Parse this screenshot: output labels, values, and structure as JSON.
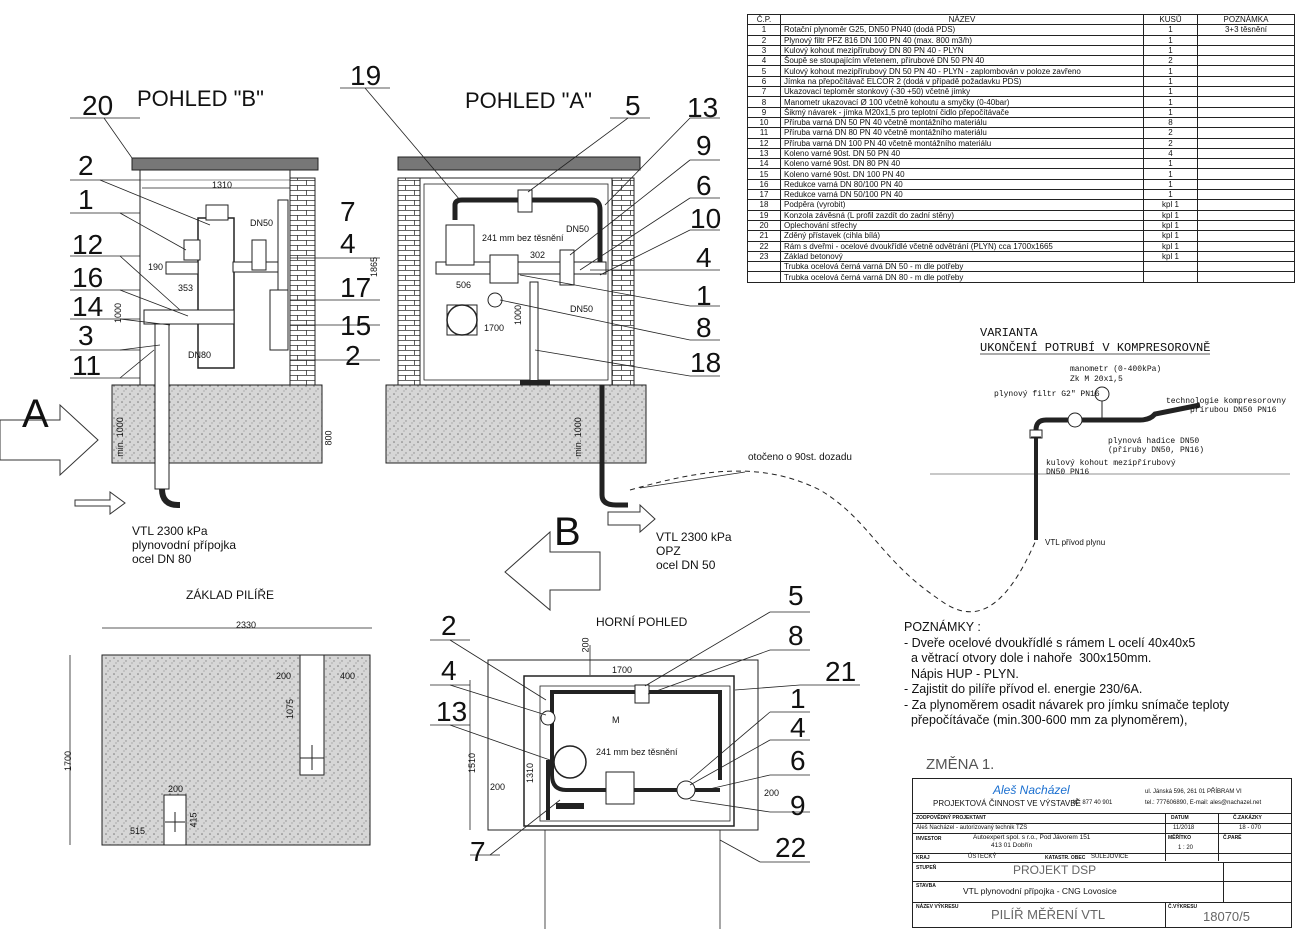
{
  "views": {
    "view_b": "POHLED \"B\"",
    "view_a": "POHLED \"A\"",
    "view_top": "HORNÍ POHLED",
    "base": "ZÁKLAD PILÍŘE",
    "arrow_a": "A",
    "arrow_b": "B"
  },
  "callouts_b": {
    "n20": "20",
    "n2": "2",
    "n1": "1",
    "n12": "12",
    "n16": "16",
    "n14": "14",
    "n3": "3",
    "n11": "11",
    "n7": "7",
    "n4": "4",
    "n17": "17",
    "n15": "15",
    "n2b": "2"
  },
  "callouts_a": {
    "n19": "19",
    "n5": "5",
    "n13": "13",
    "n9": "9",
    "n6": "6",
    "n10": "10",
    "n4": "4",
    "n1": "1",
    "n8": "8",
    "n18": "18"
  },
  "callouts_top": {
    "n2": "2",
    "n4": "4",
    "n13": "13",
    "n7": "7",
    "n5": "5",
    "n8": "8",
    "n21": "21",
    "n1": "1",
    "n4b": "4",
    "n6": "6",
    "n9": "9",
    "n22": "22"
  },
  "dims": {
    "d1310": "1310",
    "d190": "190",
    "d353": "353",
    "d1000": "1000",
    "d1865": "1865",
    "d800": "800",
    "dmin1000": "min. 1000",
    "dn50": "DN50",
    "dn80": "DN80",
    "d241": "241 mm bez těsnění",
    "d302": "302",
    "d506": "506",
    "d1700": "1700",
    "d1000b": "1000",
    "d2330": "2330",
    "d200a": "200",
    "d400": "400",
    "d1075": "1075",
    "d1700b": "1700",
    "d200b": "200",
    "d415": "415",
    "d515": "515",
    "t1700": "1700",
    "t200": "200",
    "t1510": "1510",
    "t1310": "1310",
    "t200l": "200",
    "t200r": "200",
    "t241": "241 mm bez těsnění",
    "tm": "M",
    "otoceno": "otočeno o 90st. dozadu",
    "min1000b": "min. 1000"
  },
  "inlets": {
    "b_line1": "VTL 2300 kPa",
    "b_line2": "plynovodní přípojka",
    "b_line3": "ocel DN 80",
    "a_line1": "VTL 2300 kPa",
    "a_line2": "OPZ",
    "a_line3": "ocel DN 50"
  },
  "variant": {
    "title1": "VARIANTA",
    "title2": "UKONČENÍ POTRUBÍ V KOMPRESOROVNĚ",
    "manometr": "manometr (0-400kPa)",
    "zk": "Zk M 20x1,5",
    "filtr": "plynový filtr G2\" PN16",
    "tech1": "technologie kompresorovny",
    "tech2": "přírubou DN50 PN16",
    "hadice1": "plynová hadice DN50",
    "hadice2": "(příruby DN50, PN16)",
    "kohout1": "kulový kohout mezipřírubový",
    "kohout2": "DN50 PN16",
    "privod": "VTL přívod plynu"
  },
  "parts_header": {
    "cp": "Č.P.",
    "nazev": "NÁZEV",
    "kusu": "KUSŮ",
    "poznamka": "POZNÁMKA"
  },
  "parts": [
    {
      "cp": "1",
      "name": "Rotační plynoměr G25, DN50 PN40  (dodá PDS)",
      "qty": "1",
      "note": "3+3 těsnění"
    },
    {
      "cp": "2",
      "name": "Plynový filtr PFZ 816 DN 100 PN 40 (max. 800 m3/h)",
      "qty": "1",
      "note": ""
    },
    {
      "cp": "3",
      "name": "Kulový kohout mezipřírubový DN 80 PN 40 - PLYN",
      "qty": "1",
      "note": ""
    },
    {
      "cp": "4",
      "name": "Šoupě se stoupajícím vřetenem, přírubové DN 50 PN 40",
      "qty": "2",
      "note": ""
    },
    {
      "cp": "5",
      "name": "Kulový kohout mezipřírubový DN 50 PN 40 - PLYN - zaplombován v poloze zavřeno",
      "qty": "1",
      "note": ""
    },
    {
      "cp": "6",
      "name": "Jímka na přepočítávač ELCOR 2 (dodá v případě požadavku PDS)",
      "qty": "1",
      "note": ""
    },
    {
      "cp": "7",
      "name": "Ukazovací teploměr stonkový (-30 +50) včetně jímky",
      "qty": "1",
      "note": ""
    },
    {
      "cp": "8",
      "name": "Manometr ukazovací Ø 100 včetně kohoutu a smyčky (0-40bar)",
      "qty": "1",
      "note": ""
    },
    {
      "cp": "9",
      "name": "Šikmý návarek - jímka M20x1,5 pro teplotní čidlo přepočítávače",
      "qty": "1",
      "note": ""
    },
    {
      "cp": "10",
      "name": "Příruba varná DN 50 PN 40 včetně montážního materiálu",
      "qty": "8",
      "note": ""
    },
    {
      "cp": "11",
      "name": "Příruba varná DN 80 PN 40 včetně montážního materiálu",
      "qty": "2",
      "note": ""
    },
    {
      "cp": "12",
      "name": "Příruba varná DN 100 PN 40 včetně montážního materiálu",
      "qty": "2",
      "note": ""
    },
    {
      "cp": "13",
      "name": "Koleno varné 90st. DN 50 PN 40",
      "qty": "4",
      "note": ""
    },
    {
      "cp": "14",
      "name": "Koleno varné 90st. DN 80 PN 40",
      "qty": "1",
      "note": ""
    },
    {
      "cp": "15",
      "name": "Koleno varné 90st. DN 100 PN 40",
      "qty": "1",
      "note": ""
    },
    {
      "cp": "16",
      "name": "Redukce varná DN 80/100 PN 40",
      "qty": "1",
      "note": ""
    },
    {
      "cp": "17",
      "name": "Redukce varná DN 50/100 PN 40",
      "qty": "1",
      "note": ""
    },
    {
      "cp": "18",
      "name": "Podpěra (vyrobit)",
      "qty": "kpl 1",
      "note": ""
    },
    {
      "cp": "19",
      "name": "Konzola závěsná (L profil zazdít do zadní stěny)",
      "qty": "kpl 1",
      "note": ""
    },
    {
      "cp": "20",
      "name": "Oplechování střechy",
      "qty": "kpl 1",
      "note": ""
    },
    {
      "cp": "21",
      "name": "Zděný přístavek  (cihla bílá)",
      "qty": "kpl 1",
      "note": ""
    },
    {
      "cp": "22",
      "name": "Rám s dveřmi - ocelové dvoukřídlé včetně odvětrání (PLYN) cca 1700x1665",
      "qty": "kpl 1",
      "note": ""
    },
    {
      "cp": "23",
      "name": "Základ betonový",
      "qty": "kpl 1",
      "note": ""
    },
    {
      "cp": "",
      "name": "Trubka ocelová černá varná DN 50 - m dle potřeby",
      "qty": "",
      "note": ""
    },
    {
      "cp": "",
      "name": "Trubka ocelová černá varná DN 80 - m dle potřeby",
      "qty": "",
      "note": ""
    }
  ],
  "notes": {
    "title": "POZNÁMKY :",
    "l1": "- Dveře ocelové dvoukřídlé s rámem L ocelí 40x40x5",
    "l2": "  a větrací otvory dole i nahoře  300x150mm.",
    "l3": "  Nápis HUP - PLYN.",
    "l4": "- Zajistit do pilíře přívod el. energie 230/6A.",
    "l5": "- Za plynoměrem osadit návarek pro jímku snímače teploty",
    "l6": "  přepočítávače (min.300-600 mm za plynoměrem),"
  },
  "change": "ZMĚNA 1.",
  "titleblock": {
    "firm": "Aleš Nacházel",
    "firm_sub": "PROJEKTOVÁ ČINNOST VE VÝSTAVBĚ",
    "ico": "IČ: 877 40 901",
    "addr": "ul. Jánská 596, 261 01 PŘÍBRAM VI",
    "tel": "tel.: 777606890, E-mail: ales@nachazel.net",
    "h_proj": "ZODPOVĚDNÝ PROJEKTANT",
    "h_datum": "DATUM",
    "h_cislo": "Č.ZAKÁZKY",
    "proj": "Aleš Nacházel - autorizovaný technik TZS",
    "datum": "11/2018",
    "cislo": "18 - 070",
    "h_inv": "INVESTOR",
    "inv1": "Autoexpert spol. s r.o., Pod Jávorem 151",
    "inv2": "413 01 Dobřín",
    "h_meritko": "MĚŘÍTKO",
    "meritko": "1 : 20",
    "h_cparé": "Č.PARÉ",
    "h_kraj": "KRAJ",
    "kraj": "ÚSTECKÝ",
    "h_obec": "KATASTR. OBEC",
    "obec": "SULEJOVICE",
    "h_stupen": "STUPEŇ",
    "stupen": "PROJEKT  DSP",
    "h_stavba": "STAVBA",
    "stavba": "VTL plynovodní přípojka - CNG Lovosice",
    "h_nazev": "NÁZEV VÝKRESU",
    "nazev": "PILÍŘ MĚŘENÍ VTL",
    "h_cvyk": "Č.VÝKRESU",
    "cvyk": "18070/5"
  }
}
